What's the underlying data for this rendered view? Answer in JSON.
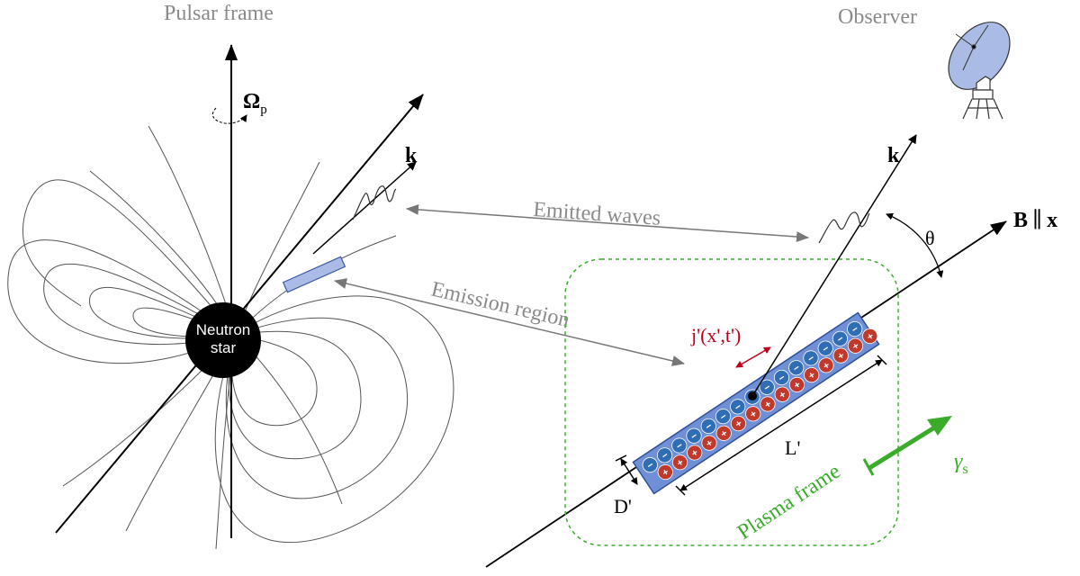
{
  "labels": {
    "pulsar_frame": "Pulsar frame",
    "observer": "Observer",
    "omega": "Ω",
    "omega_sub": "p",
    "k_left": "k",
    "k_right": "k",
    "emitted_waves": "Emitted waves",
    "emission_region": "Emission region",
    "neutron_line1": "Neutron",
    "neutron_line2": "star",
    "theta": "θ",
    "b_field": "B",
    "parallel": "∥",
    "x_axis": "x",
    "current": "j'(x',t')",
    "length": "L'",
    "width": "D'",
    "plasma_frame": "Plasma frame",
    "gamma": "γ",
    "gamma_sub": "s"
  },
  "charges": {
    "plus_symbol": "+",
    "minus_symbol": "−",
    "sequence": [
      "-",
      "+",
      "-",
      "+",
      "-",
      "+",
      "-",
      "+",
      "-",
      "+",
      "-",
      "+",
      "-",
      "+",
      "-",
      "+",
      "-",
      "+",
      "-",
      "+",
      "-",
      "+",
      "-",
      "+",
      "-",
      "+",
      "-",
      "+",
      "-",
      "+"
    ]
  },
  "colors": {
    "positive": "#c0392b",
    "negative": "#2f6db5",
    "plasma": "#6f8fd6",
    "green": "#3aac2a",
    "red": "#c0001a",
    "gray": "#8a8a8a"
  }
}
